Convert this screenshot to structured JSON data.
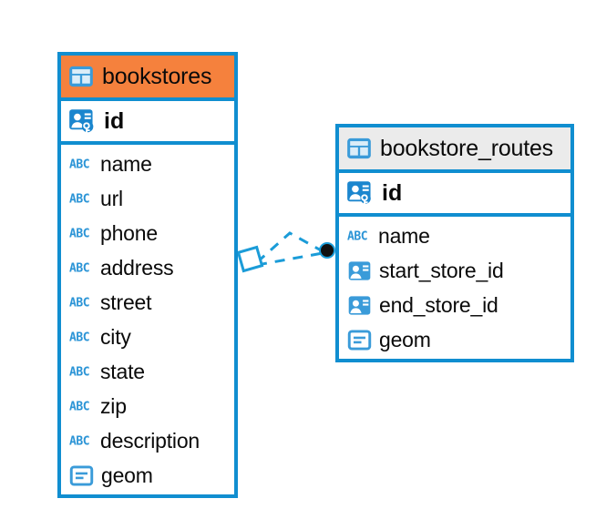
{
  "diagram": {
    "type": "database-entity-relationship-diagram",
    "background": "#ffffff",
    "accent_color": "#108ED0",
    "highlight_color": "#F5813D",
    "header_gray": "#EBEBEB",
    "text_color": "#0A0A0A"
  },
  "entities": [
    {
      "id": "bookstores",
      "title": "bookstores",
      "header_style": "orange",
      "header_icon": "table-icon",
      "primary_key": {
        "name": "id",
        "icon": "primary-key-icon"
      },
      "fields": [
        {
          "name": "name",
          "icon": "abc-text-icon"
        },
        {
          "name": "url",
          "icon": "abc-text-icon"
        },
        {
          "name": "phone",
          "icon": "abc-text-icon"
        },
        {
          "name": "address",
          "icon": "abc-text-icon"
        },
        {
          "name": "street",
          "icon": "abc-text-icon"
        },
        {
          "name": "city",
          "icon": "abc-text-icon"
        },
        {
          "name": "state",
          "icon": "abc-text-icon"
        },
        {
          "name": "zip",
          "icon": "abc-text-icon"
        },
        {
          "name": "description",
          "icon": "abc-text-icon"
        },
        {
          "name": "geom",
          "icon": "geometry-icon"
        }
      ]
    },
    {
      "id": "bookstore_routes",
      "title": "bookstore_routes",
      "header_style": "gray",
      "header_icon": "table-icon",
      "primary_key": {
        "name": "id",
        "icon": "primary-key-icon"
      },
      "fields": [
        {
          "name": "name",
          "icon": "abc-text-icon"
        },
        {
          "name": "start_store_id",
          "icon": "foreign-key-icon"
        },
        {
          "name": "end_store_id",
          "icon": "foreign-key-icon"
        },
        {
          "name": "geom",
          "icon": "geometry-icon"
        }
      ]
    }
  ],
  "relationship": {
    "style": "dashed",
    "color": "#1B9CD8",
    "source_endpoint": "diamond",
    "target_endpoint": "filled-circle",
    "target_endpoint_color": "#101010",
    "branch_count": 2
  },
  "icon_glyphs": {
    "abc-text-icon": "ABC"
  }
}
